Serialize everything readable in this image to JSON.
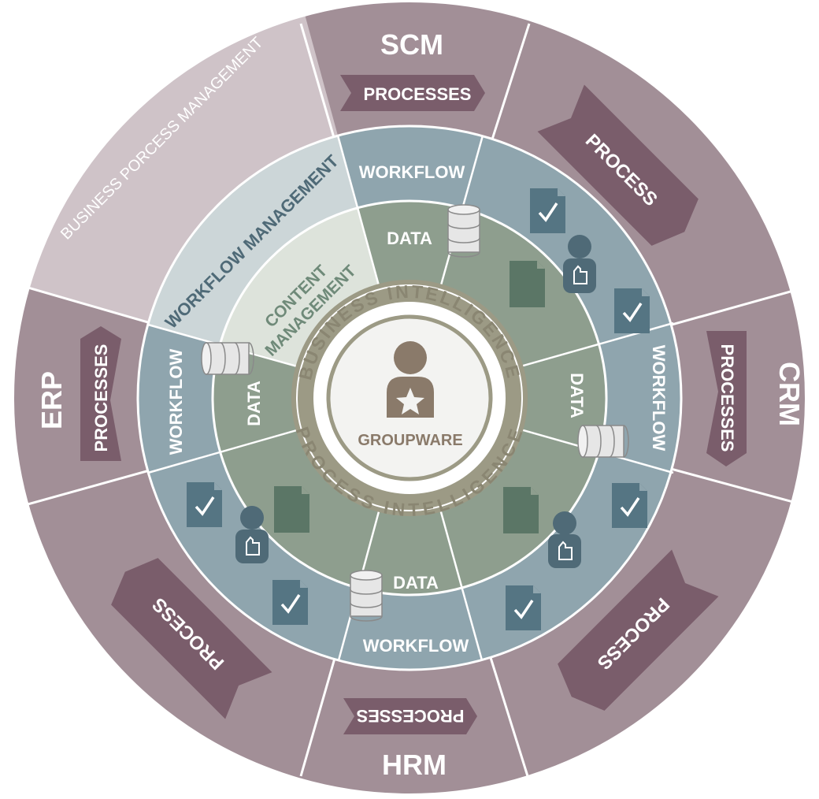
{
  "outer_segments": {
    "scm": "SCM",
    "crm": "CRM",
    "hrm": "HRM",
    "erp": "ERP",
    "processes": "PROCESSES",
    "process": "PROCESS",
    "bpm": "BUSINESS PORCESS MANAGEMENT"
  },
  "workflow_ring": {
    "workflow": "WORKFLOW",
    "workflow_management": "WORKFLOW MANAGEMENT"
  },
  "data_ring": {
    "data": "DATA",
    "content_management_line1": "CONTENT",
    "content_management_line2": "MANAGEMENT"
  },
  "center": {
    "business_intelligence": "BUSINESS INTELLIGENCE",
    "process_intelligence": "PROCESS INTELLIGENCE",
    "groupware": "GROUPWARE"
  },
  "colors": {
    "outer": "#a28f97",
    "outer_highlight": "#cfc3c8",
    "outer_text": "#ffffff",
    "arrow": "#7a5d6b",
    "workflow_ring": "#8fa5ae",
    "workflow_highlight": "#ccd6d8",
    "data_ring": "#8e9e8e",
    "data_highlight": "#dde3db",
    "band_dark": "#9c9a85",
    "center": "#f3f3f1",
    "person": "#8a7a6a",
    "doc_check": "#557583",
    "doc_plain": "#5b7666",
    "database": "#e6e6e6",
    "user": "#4f6a77"
  }
}
